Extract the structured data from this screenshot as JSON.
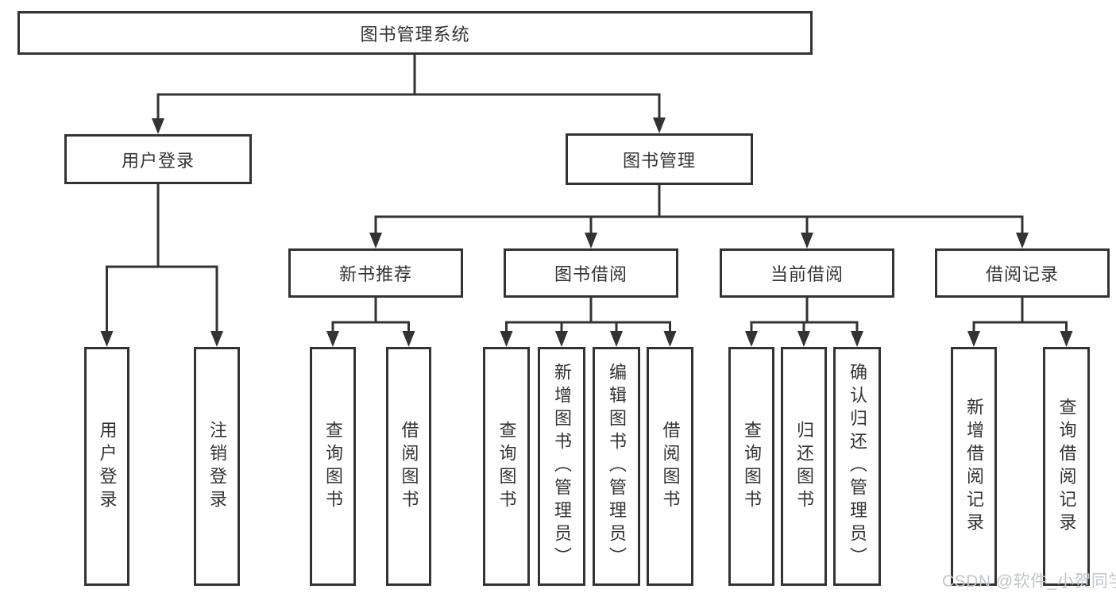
{
  "diagram": {
    "title": "图书管理系统",
    "root": "图书管理系统",
    "level2": {
      "user_login": "用户登录",
      "book_management": "图书管理"
    },
    "level3": {
      "new_book_recommend": "新书推荐",
      "book_borrow": "图书借阅",
      "current_borrow": "当前借阅",
      "borrow_record": "借阅记录"
    },
    "leaves": {
      "user_login": [
        "用户登录",
        "注销登录"
      ],
      "new_book_recommend": [
        "查询图书",
        "借阅图书"
      ],
      "book_borrow": [
        "查询图书",
        "新增图书（管理员）",
        "编辑图书（管理员）",
        "借阅图书"
      ],
      "current_borrow": [
        "查询图书",
        "归还图书",
        "确认归还（管理员）"
      ],
      "borrow_record": [
        "新增借阅记录",
        "查询借阅记录"
      ]
    }
  },
  "colors": {
    "line": "#333333",
    "box_border": "#333333",
    "text": "#333333",
    "background": "#ffffff",
    "watermark": "#c2c5c9"
  },
  "watermark": "CSDN @软件_小贺同学"
}
